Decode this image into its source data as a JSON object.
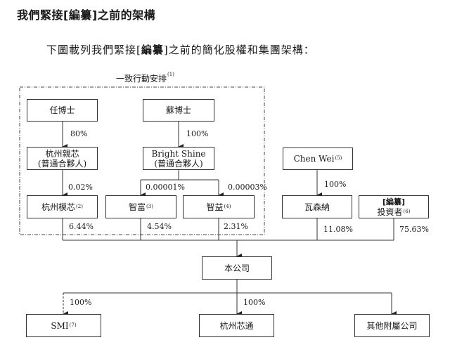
{
  "heading": {
    "prefix": "我們緊接[",
    "redacted": "編纂",
    "suffix": "]之前的架構"
  },
  "intro": {
    "prefix": "下圖載列我們緊接[",
    "redacted": "編纂",
    "suffix": "]之前的簡化股權和集團架構："
  },
  "group": {
    "label": "一致行動安排",
    "note": "(1)"
  },
  "entities": {
    "dr_ren": {
      "name": "任博士"
    },
    "dr_su": {
      "name": "蘇博士"
    },
    "hz_qinxin": {
      "name": "杭州親芯",
      "sub": "(普通合夥人)"
    },
    "bright_shine": {
      "name": "Bright Shine",
      "sub": "(普通合夥人)"
    },
    "hz_moxin": {
      "name": "杭州模芯",
      "note": "(2)"
    },
    "zhifu": {
      "name": "智富",
      "note": "(3)"
    },
    "zhiyi": {
      "name": "智益",
      "note": "(4)"
    },
    "chen_wei": {
      "name": "Chen Wei",
      "note": "(5)"
    },
    "wassenaar": {
      "name": "瓦森納"
    },
    "investors": {
      "name_redacted": "[編纂]",
      "name": "投資者",
      "note": "(6)"
    },
    "company": {
      "name": "本公司"
    },
    "smi": {
      "name": "SMI",
      "note": "(7)"
    },
    "hz_xintong": {
      "name": "杭州芯通"
    },
    "other_subs": {
      "name": "其他附屬公司"
    }
  },
  "ownership": {
    "ren_to_qinxin": "80%",
    "su_to_brightshine": "100%",
    "qinxin_to_moxin": "0.02%",
    "brightshine_to_zhifu": "0.00001%",
    "brightshine_to_zhiyi": "0.00003%",
    "moxin_to_company": "6.44%",
    "zhifu_to_company": "4.54%",
    "zhiyi_to_company": "2.31%",
    "chenwei_to_wassenaar": "100%",
    "wassenaar_to_company": "11.08%",
    "investors_to_company": "75.63%",
    "company_to_smi": "100%",
    "company_to_xintong": "100%"
  }
}
